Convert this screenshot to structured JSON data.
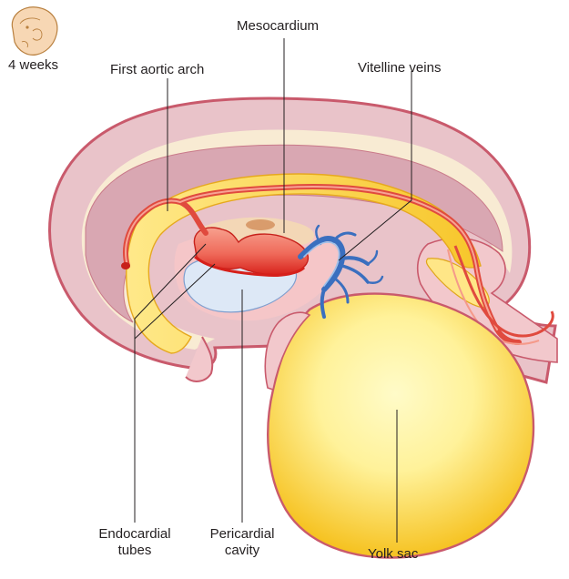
{
  "diagram": {
    "stage_label": "4 weeks",
    "labels": {
      "mesocardium": "Mesocardium",
      "first_aortic_arch": "First aortic arch",
      "vitelline_veins": "Vitelline veins",
      "endocardial_tubes": [
        "Endocardial",
        "tubes"
      ],
      "pericardial_cavity": [
        "Pericardial",
        "cavity"
      ],
      "yolk_sac": "Yolk sac"
    },
    "colors": {
      "ectoderm_outline": "#c95a6c",
      "embryo_outer": "#e7c3ca",
      "embryo_inner": "#f8ecd6",
      "neural_region": "#d9a8b3",
      "yolk_sac_light": "#fff6a8",
      "yolk_sac_dark": "#f6c21a",
      "endocardial_tube": "#e8392e",
      "endocardial_tube_light": "#f59a8a",
      "pericardial_cavity": "#dbe7f6",
      "vitelline_veins": "#3a6fbf",
      "embryo_icon": "#f3c9a0",
      "leader_line": "#231f20"
    }
  }
}
